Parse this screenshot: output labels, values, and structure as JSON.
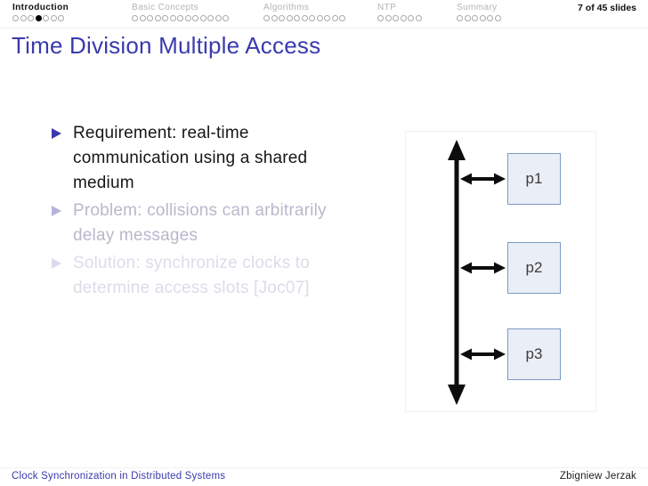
{
  "colors": {
    "accent_blue": "#3a3aae",
    "inactive_section_gray": "#b4b4b4",
    "faded_bullet_level1": "#b8b8cc",
    "faded_bullet_level2": "#dcdcea",
    "process_box_fill": "#eaeef6",
    "process_box_border": "#7c99c4",
    "arrow_black": "#0d0d0d"
  },
  "header": {
    "slide_counter": "7 of 45 slides",
    "sections": [
      {
        "label": "Introduction",
        "active": true,
        "dot_count": 7,
        "filled_dot": 3
      },
      {
        "label": "Basic Concepts",
        "active": false,
        "dot_count": 13,
        "filled_dot": -1
      },
      {
        "label": "Algorithms",
        "active": false,
        "dot_count": 11,
        "filled_dot": -1
      },
      {
        "label": "NTP",
        "active": false,
        "dot_count": 6,
        "filled_dot": -1
      },
      {
        "label": "Summary",
        "active": false,
        "dot_count": 6,
        "filled_dot": -1
      }
    ]
  },
  "title": "Time Division Multiple Access",
  "bullets": [
    {
      "state": "active",
      "lines": [
        "Requirement: real-time",
        "communication using a shared",
        "medium"
      ]
    },
    {
      "state": "faded",
      "lines": [
        "Problem: collisions can arbitrarily",
        "delay messages"
      ]
    },
    {
      "state": "more-faded",
      "lines": [
        "Solution: synchronize clocks to",
        "determine access slots [Joc07]"
      ]
    }
  ],
  "diagram": {
    "processes": [
      {
        "label": "p1"
      },
      {
        "label": "p2"
      },
      {
        "label": "p3"
      }
    ]
  },
  "footer": {
    "title": "Clock Synchronization in Distributed Systems",
    "author": "Zbigniew Jerzak"
  }
}
